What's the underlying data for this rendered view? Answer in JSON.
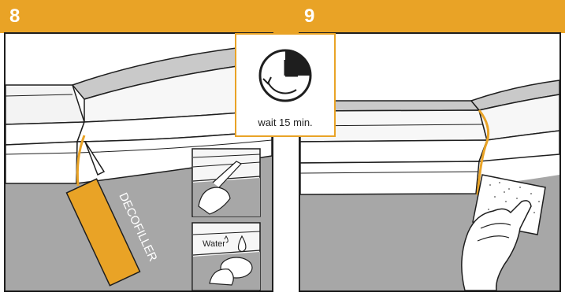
{
  "steps": [
    {
      "number": "8"
    },
    {
      "number": "9"
    }
  ],
  "wait_label": "wait 15 min.",
  "tube_label": "DECOFILLER",
  "water_label": "Water",
  "colors": {
    "accent": "#e9a326",
    "wall": "#a7a7a7",
    "ceiling": "#ffffff",
    "outline": "#1e1e1e"
  },
  "icons": [
    "clock-timer-icon",
    "water-drop-icon",
    "caulk-tube-icon",
    "sponge-icon",
    "sanding-block-icon",
    "hand-icon"
  ]
}
